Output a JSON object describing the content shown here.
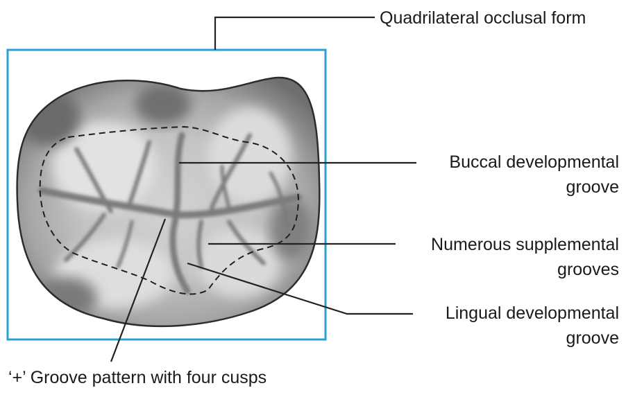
{
  "labels": {
    "occlusal_form": "Quadrilateral occlusal form",
    "buccal_line1": "Buccal developmental",
    "buccal_line2": "groove",
    "supplemental_line1": "Numerous supplemental",
    "supplemental_line2": "grooves",
    "lingual_line1": "Lingual developmental",
    "lingual_line2": "groove",
    "groove_pattern": "‘+’ Groove pattern with four cusps"
  },
  "colors": {
    "frame": "#2a9fd6",
    "tooth_edge": "#2b2b2b",
    "leader": "#222222"
  }
}
